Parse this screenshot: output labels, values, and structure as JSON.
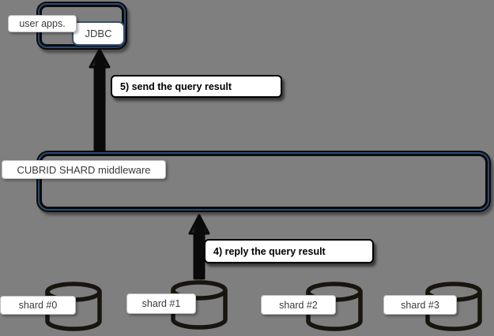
{
  "background": "#7f7f7f",
  "colors": {
    "accent_blue": "#2b4a75",
    "box_border": "#0b0b0b",
    "label_bg": "#ffffff",
    "label_text": "#3a3a3a",
    "callout_border": "#000000"
  },
  "nodes": {
    "user_apps": {
      "label": "user apps."
    },
    "jdbc": {
      "label": "JDBC"
    },
    "middleware": {
      "label": "CUBRID SHARD middleware"
    },
    "shards": [
      {
        "label": "shard #0"
      },
      {
        "label": "shard #1"
      },
      {
        "label": "shard #2"
      },
      {
        "label": "shard #3"
      }
    ]
  },
  "callouts": [
    {
      "label": "5) send the query result",
      "direction": "up",
      "from": "middleware",
      "to": "jdbc"
    },
    {
      "label": "4) reply the query result",
      "direction": "up",
      "from": "shard #1",
      "to": "middleware"
    }
  ]
}
